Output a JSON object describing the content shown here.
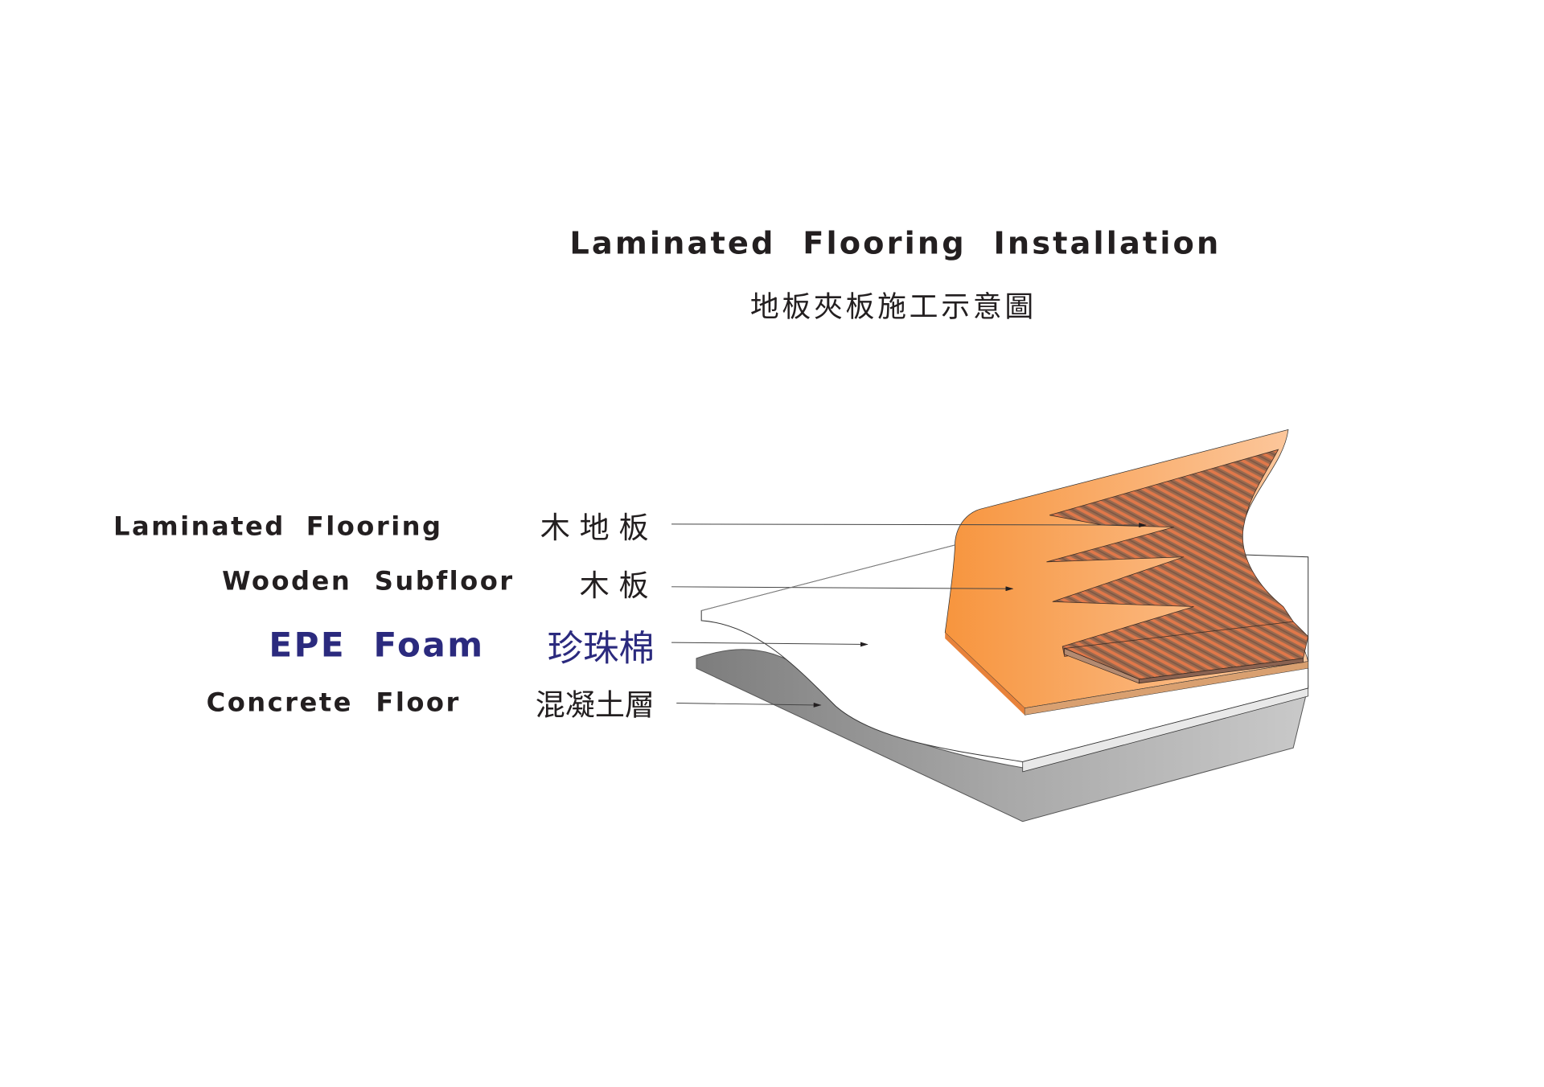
{
  "title": "Laminated Flooring Installation",
  "subtitle": "地板夾板施工示意圖",
  "layers": [
    {
      "en": "Laminated Flooring",
      "zh": "木 地 板",
      "color": "#231f20"
    },
    {
      "en": "Wooden Subfloor",
      "zh": "木 板",
      "color": "#231f20"
    },
    {
      "en": "EPE Foam",
      "zh": "珍珠棉",
      "color": "#2b2a7e"
    },
    {
      "en": "Concrete Floor",
      "zh": "混凝土層",
      "color": "#231f20"
    }
  ]
}
